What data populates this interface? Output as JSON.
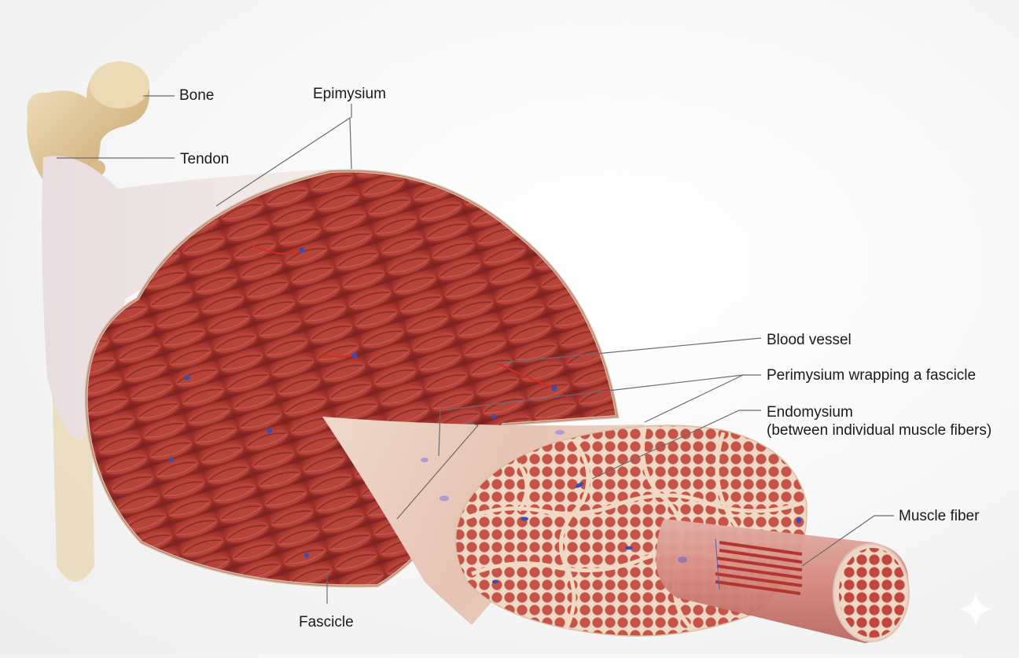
{
  "diagram": {
    "title_hidden": "Skeletal muscle structure",
    "labels": {
      "bone": "Bone",
      "tendon": "Tendon",
      "epimysium": "Epimysium",
      "blood_vessel": "Blood vessel",
      "perimysium": "Perimysium wrapping a fascicle",
      "endomysium": "Endomysium",
      "endomysium_note": "(between individual muscle fibers)",
      "muscle_fiber": "Muscle fiber",
      "fascicle": "Fascicle"
    },
    "colors": {
      "muscle": "#b8403a",
      "muscle_dark": "#8f2a27",
      "muscle_light": "#d06a5e",
      "bone": "#e6d2ac",
      "bone_shadow": "#b8925a",
      "tendon": "#ece4e6",
      "connective": "#efd9c6",
      "vein": "#3b4db0",
      "artery": "#d42a22",
      "leader_line": "#6b6b6b"
    },
    "watermark_icon": "sparkle-icon"
  }
}
